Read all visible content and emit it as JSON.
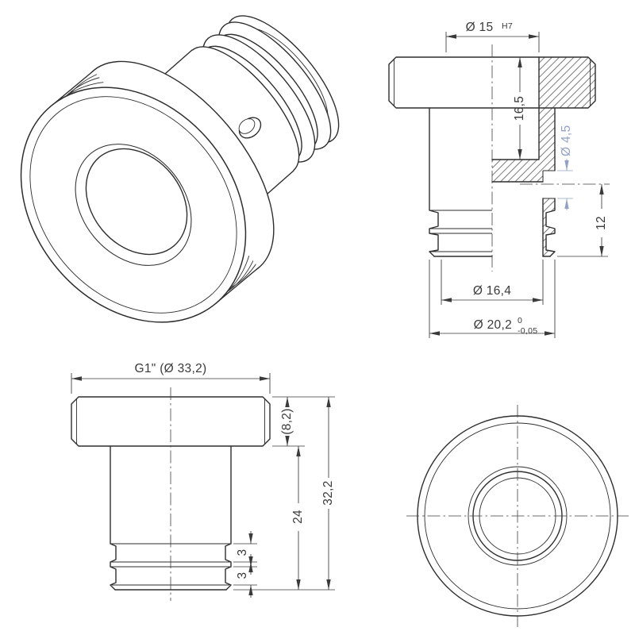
{
  "page": {
    "background": "#ffffff"
  },
  "colors": {
    "line": "#2e2e2e",
    "dimension": "#3a3a3a",
    "highlight_dimension": "#93a1c4",
    "hatch": "#4a4a4a"
  },
  "section_view": {
    "bore_diameter": "Ø 15",
    "bore_fit": "H7",
    "bore_depth": "16,5",
    "cross_hole_diameter": "Ø 4,5",
    "cross_hole_to_bottom": "12",
    "counterbore_diameter": "Ø 16,4",
    "outer_diameter": "Ø 20,2",
    "outer_diameter_tol_upper": "0",
    "outer_diameter_tol_lower": "-0,05"
  },
  "side_view": {
    "thread_label": "G1\" (Ø 33,2)",
    "flange_height": "(8,2)",
    "body_length": "24",
    "overall_length": "32,2",
    "groove_width_upper": "3",
    "groove_width_lower": "3"
  }
}
